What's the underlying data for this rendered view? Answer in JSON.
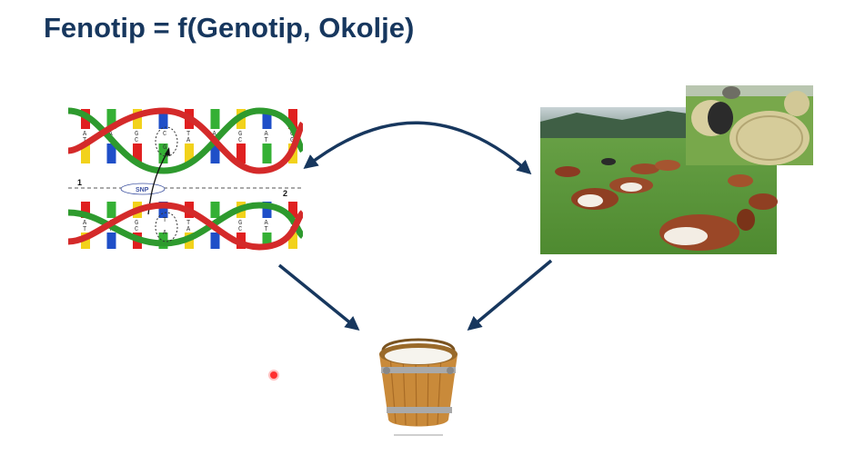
{
  "title": "Fenotip = f(Genotip, Okolje)",
  "dna": {
    "snp_label": "SNP",
    "position_start": "1",
    "position_end": "2",
    "top_bases_row1": [
      "A",
      "A",
      "G",
      "C",
      "T",
      "A",
      "G",
      "A",
      "C"
    ],
    "top_bases_row2": [
      "T",
      "T",
      "C",
      "G",
      "A",
      "T",
      "C",
      "T",
      "G"
    ],
    "bottom_bases_row1": [
      "A",
      "A",
      "G",
      "T",
      "T",
      "A",
      "G",
      "A",
      "C"
    ],
    "bottom_bases_row2": [
      "T",
      "T",
      "C",
      "A",
      "A",
      "T",
      "C",
      "T",
      "G"
    ]
  },
  "colors": {
    "title": "#17375e",
    "arrow": "#17375e",
    "strand_green": "#2e9a2e",
    "strand_red": "#d42a2a",
    "base_red": "#e02020",
    "base_green": "#35b035",
    "base_yellow": "#f2d21b",
    "base_blue": "#1f4fc8",
    "grass": "#5f9a3c",
    "hay": "#d8cfa0",
    "wood": "#c98a3a"
  },
  "icons": {
    "dna_image": "dna-double-helix-snp-image",
    "environment_image": "cows-on-pasture-with-hay-bales-image",
    "phenotype_image": "wooden-milk-bucket-image",
    "pointer": "laser-pointer-dot"
  }
}
